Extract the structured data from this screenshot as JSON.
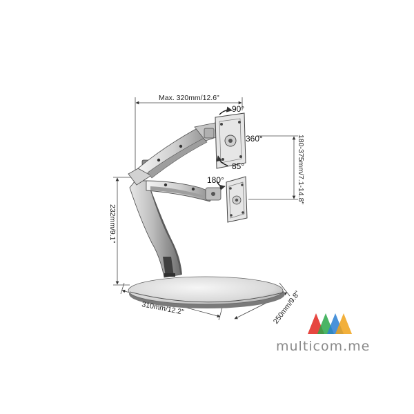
{
  "dimensions": {
    "max_reach": "Max. 320mm/12.6\"",
    "height_range": "180-375mm/7.1-14.8\"",
    "stand_height": "232mm/9.1\"",
    "base_width": "310mm/12.2\"",
    "base_depth": "250mm/9.8\""
  },
  "angles": {
    "tilt_up": "90°",
    "rotation": "360°",
    "tilt_down": "85°",
    "swivel": "180°"
  },
  "watermark": {
    "text": "multicom.me",
    "colors": [
      "#e3322b",
      "#2aa84a",
      "#2a7fd4",
      "#f0a21a"
    ]
  }
}
